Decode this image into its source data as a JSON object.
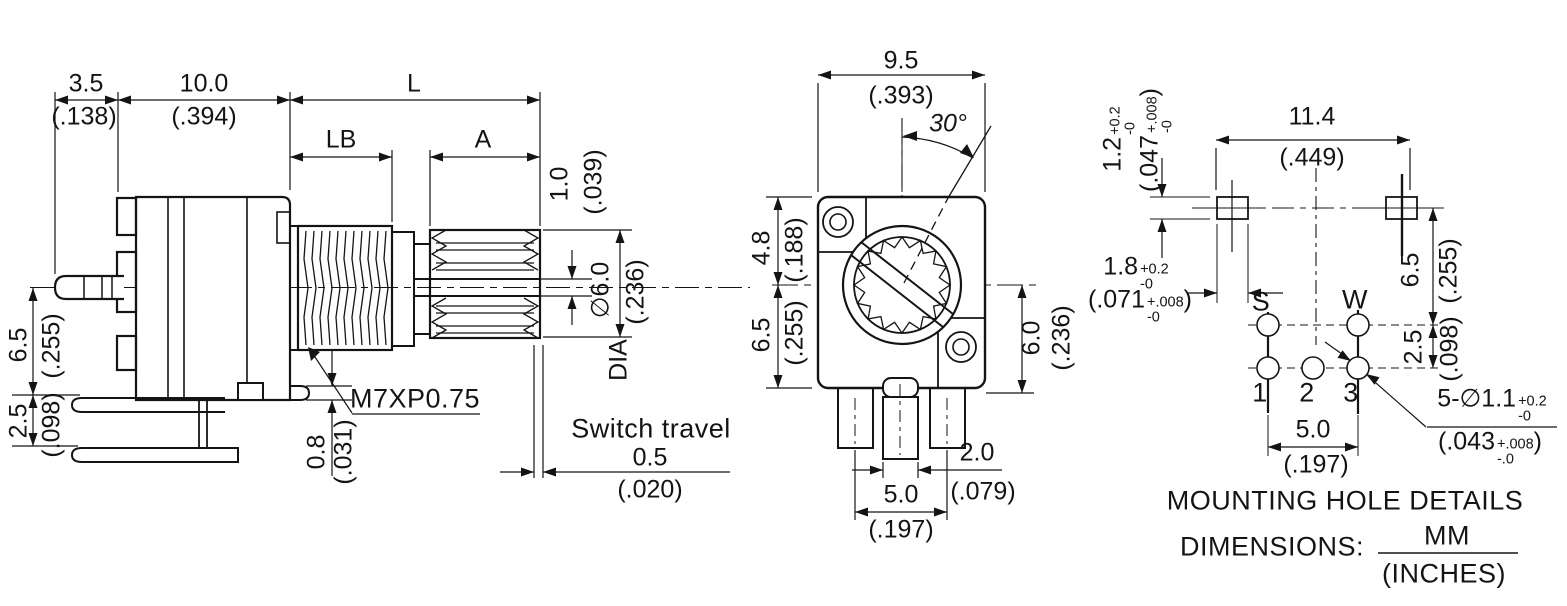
{
  "side_view": {
    "dim_3_5": {
      "mm": "3.5",
      "in": "(.138)"
    },
    "dim_10_0": {
      "mm": "10.0",
      "in": "(.394)"
    },
    "dim_L": "L",
    "dim_LB": "LB",
    "dim_A": "A",
    "dim_1_0": {
      "mm": "1.0",
      "in": "(.039)"
    },
    "shaft_dia": {
      "mm": "∅6.0",
      "in": "(.236)",
      "suffix": "DIA"
    },
    "dim_6_5": {
      "mm": "6.5",
      "in": "(.255)"
    },
    "dim_2_5": {
      "mm": "2.5",
      "in": "(.098)"
    },
    "dim_0_8": {
      "mm": "0.8",
      "in": "(.031)"
    },
    "thread_spec": "M7XP0.75",
    "switch_travel": {
      "label": "Switch travel",
      "mm": "0.5",
      "in": "(.020)"
    }
  },
  "front_view": {
    "dim_9_5": {
      "mm": "9.5",
      "in": "(.393)"
    },
    "rotation_angle": "30°",
    "dim_4_8": {
      "mm": "4.8",
      "in": "(.188)"
    },
    "dim_6_5": {
      "mm": "6.5",
      "in": "(.255)"
    },
    "dim_6_0": {
      "mm": "6.0",
      "in": "(.236)"
    },
    "dim_2_0": {
      "mm": "2.0",
      "in": "(.079)"
    },
    "dim_5_0": {
      "mm": "5.0",
      "in": "(.197)"
    }
  },
  "mounting_view": {
    "dim_1_2": {
      "base": "1.2",
      "plus": "+0.2",
      "minus": "-0"
    },
    "dim_1_2_in": {
      "base": "(.047",
      "plus": "+.008",
      "minus": "-0",
      "close": ")"
    },
    "dim_11_4": {
      "mm": "11.4",
      "in": "(.449)"
    },
    "dim_1_8": {
      "base": "1.8",
      "plus": "+0.2",
      "minus": "-0"
    },
    "dim_1_8_in": {
      "base": "(.071",
      "plus": "+.008",
      "minus": "-0",
      "close": ")"
    },
    "dim_6_5": {
      "mm": "6.5",
      "in": "(.255)"
    },
    "dim_2_5": {
      "mm": "2.5",
      "in": "(.098)"
    },
    "terminal_s": "S",
    "terminal_w": "W",
    "pin_1": "1",
    "pin_2": "2",
    "pin_3": "3",
    "hole_spec": {
      "base": "5-∅1.1",
      "plus": "+0.2",
      "minus": "-0"
    },
    "hole_spec_in": {
      "base": "(.043",
      "plus": "+.008",
      "minus": "-.0",
      "close": ")"
    },
    "dim_5_0": {
      "mm": "5.0",
      "in": "(.197)"
    },
    "title": "MOUNTING HOLE DETAILS"
  },
  "footer": {
    "dimensions_label": "DIMENSIONS:",
    "units_mm": "MM",
    "units_inches": "(INCHES)"
  },
  "colors": {
    "line": "#141414",
    "background": "#ffffff"
  }
}
